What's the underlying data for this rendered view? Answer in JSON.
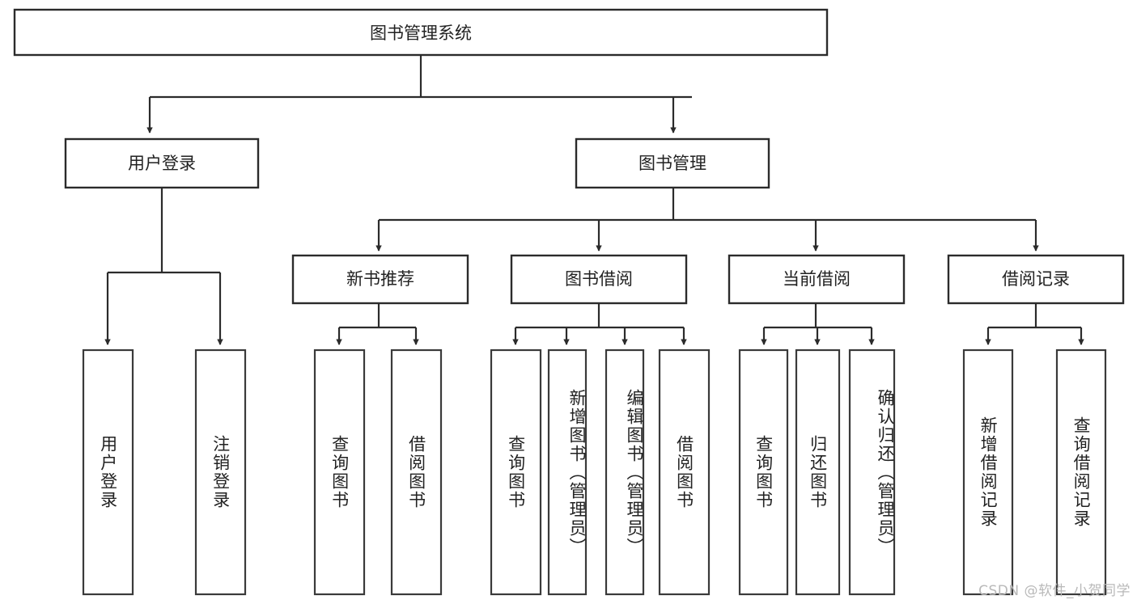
{
  "diagram": {
    "type": "tree",
    "title": "图书管理系统",
    "orientation": "top-down",
    "colors": {
      "background": "#ffffff",
      "box_fill": "#ffffff",
      "box_stroke": "#2b2b2b",
      "edge": "#2b2b2b",
      "text": "#222222",
      "watermark": "#b9b9b9"
    },
    "root": {
      "label": "图书管理系统"
    },
    "level2": [
      {
        "label": "用户登录"
      },
      {
        "label": "图书管理"
      }
    ],
    "level3": [
      {
        "label": "新书推荐"
      },
      {
        "label": "图书借阅"
      },
      {
        "label": "当前借阅"
      },
      {
        "label": "借阅记录"
      }
    ],
    "leaves": {
      "user_login": [
        {
          "label": "用户登录"
        },
        {
          "label": "注销登录"
        }
      ],
      "new_book_recommend": [
        {
          "label": "查询图书"
        },
        {
          "label": "借阅图书"
        }
      ],
      "book_borrow": [
        {
          "label": "查询图书"
        },
        {
          "label": "新增图书（管理员）"
        },
        {
          "label": "编辑图书（管理员）"
        },
        {
          "label": "借阅图书"
        }
      ],
      "current_borrow": [
        {
          "label": "查询图书"
        },
        {
          "label": "归还图书"
        },
        {
          "label": "确认归还（管理员）"
        }
      ],
      "borrow_record": [
        {
          "label": "新增借阅记录"
        },
        {
          "label": "查询借阅记录"
        }
      ]
    }
  },
  "watermark": {
    "text": "CSDN @软件_小贺同学"
  }
}
